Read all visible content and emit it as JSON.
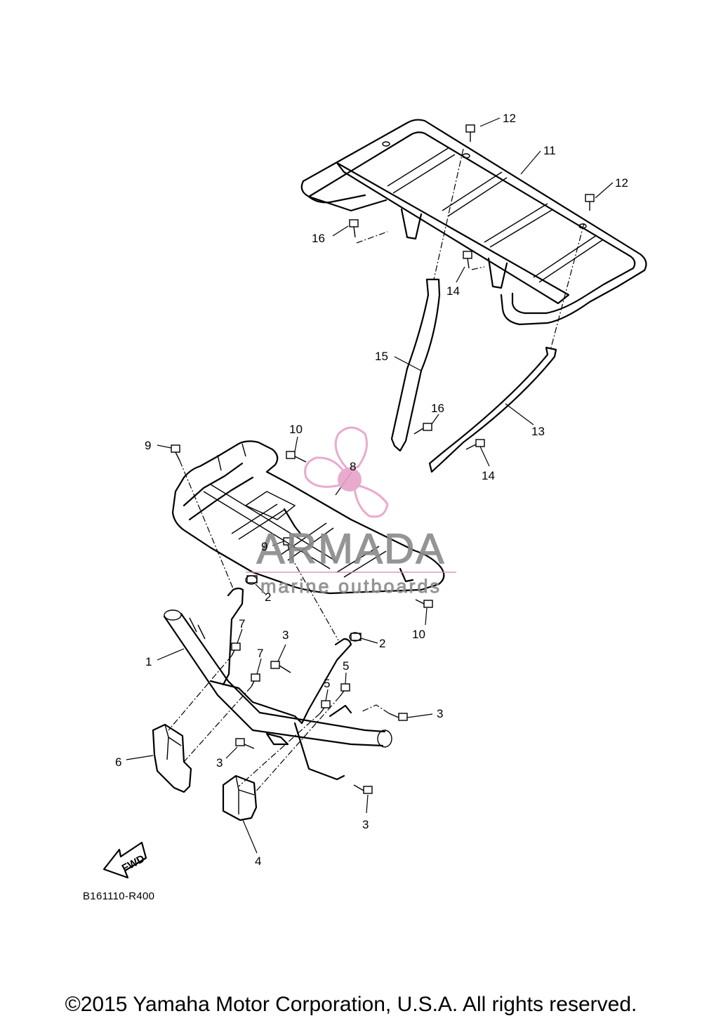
{
  "callouts": [
    {
      "id": "c12a",
      "text": "12"
    },
    {
      "id": "c11",
      "text": "11"
    },
    {
      "id": "c12b",
      "text": "12"
    },
    {
      "id": "c16a",
      "text": "16"
    },
    {
      "id": "c14a",
      "text": "14"
    },
    {
      "id": "c15",
      "text": "15"
    },
    {
      "id": "c16b",
      "text": "16"
    },
    {
      "id": "c13",
      "text": "13"
    },
    {
      "id": "c14b",
      "text": "14"
    },
    {
      "id": "c10a",
      "text": "10"
    },
    {
      "id": "c9a",
      "text": "9"
    },
    {
      "id": "c8",
      "text": "8"
    },
    {
      "id": "c9b",
      "text": "9"
    },
    {
      "id": "c2a",
      "text": "2"
    },
    {
      "id": "c10b",
      "text": "10"
    },
    {
      "id": "c7a",
      "text": "7"
    },
    {
      "id": "c3a",
      "text": "3"
    },
    {
      "id": "c2b",
      "text": "2"
    },
    {
      "id": "c1",
      "text": "1"
    },
    {
      "id": "c7b",
      "text": "7"
    },
    {
      "id": "c5a",
      "text": "5"
    },
    {
      "id": "c5b",
      "text": "5"
    },
    {
      "id": "c3b",
      "text": "3"
    },
    {
      "id": "c6",
      "text": "6"
    },
    {
      "id": "c3c",
      "text": "3"
    },
    {
      "id": "c3d",
      "text": "3"
    },
    {
      "id": "c4",
      "text": "4"
    }
  ],
  "fwd_label": "FWD",
  "watermark": {
    "name": "ARMADA",
    "tagline": "marine outboards",
    "logo_color": "#e6a3c8",
    "logo_dark": "#d98cb8"
  },
  "diagram_code": "B161110-R400",
  "copyright": "©2015 Yamaha Motor Corporation, U.S.A. All rights reserved."
}
